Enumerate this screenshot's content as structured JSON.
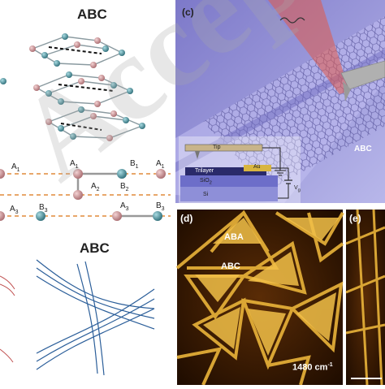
{
  "figure": {
    "title_abc_top": "ABC",
    "title_abc_bands": "ABC",
    "panel_c": "(c)",
    "panel_d": "(d)",
    "panel_e": "(e)",
    "sample_label": "ABC",
    "tip_label": "Tip",
    "trilayer_label": "Trilayer",
    "sio2_label": "SiO",
    "sio2_sub": "2",
    "si_label": "Si",
    "au_label": "Au",
    "vg_label": "V",
    "vg_sub": "g",
    "aba_domain": "ABA",
    "abc_domain": "ABC",
    "wavenumber": "1480 cm",
    "wavenumber_sup": "-1",
    "watermark": "Accepted Man",
    "atoms": {
      "A1a": "A",
      "A1a_sub": "1",
      "A1b": "A",
      "A1b_sub": "1",
      "B1": "B",
      "B1_sub": "1",
      "A1c": "A",
      "A1c_sub": "1",
      "A2": "A",
      "A2_sub": "2",
      "B2": "B",
      "B2_sub": "2",
      "A3a": "A",
      "A3a_sub": "3",
      "B3": "B",
      "B3_sub": "3",
      "A3b": "A",
      "A3b_sub": "3",
      "B3b": "B",
      "B3b_sub": "3"
    }
  },
  "colors": {
    "atom_pink": "#c99396",
    "atom_teal": "#4b8d98",
    "stm_dark": "#3a1a00",
    "stm_bright": "#f0c040",
    "substrate": "#8c8ad8"
  }
}
